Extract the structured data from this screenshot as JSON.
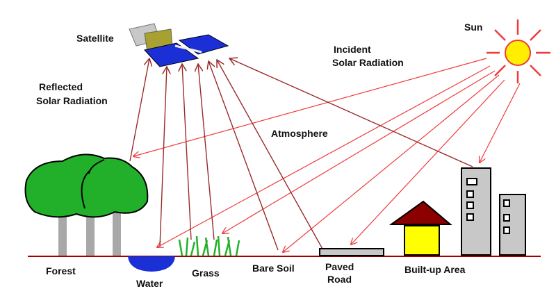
{
  "labels": {
    "satellite": "Satellite",
    "sun": "Sun",
    "incident_1": "Incident",
    "incident_2": "Solar Radiation",
    "reflected_1": "Reflected",
    "reflected_2": "Solar Radiation",
    "atmosphere": "Atmosphere",
    "forest": "Forest",
    "water": "Water",
    "grass": "Grass",
    "bare_soil": "Bare Soil",
    "paved_1": "Paved",
    "paved_2": "Road",
    "built_up": "Built-up Area"
  },
  "colors": {
    "incident": "#f03a3a",
    "reflected": "#9a2b2b",
    "sun": "#ffee00",
    "tree": "#22b02a",
    "water": "#1b2fd6",
    "roof": "#8b0000",
    "house": "#ffff00",
    "building": "#c8c8c8",
    "ground": "#a00000"
  }
}
